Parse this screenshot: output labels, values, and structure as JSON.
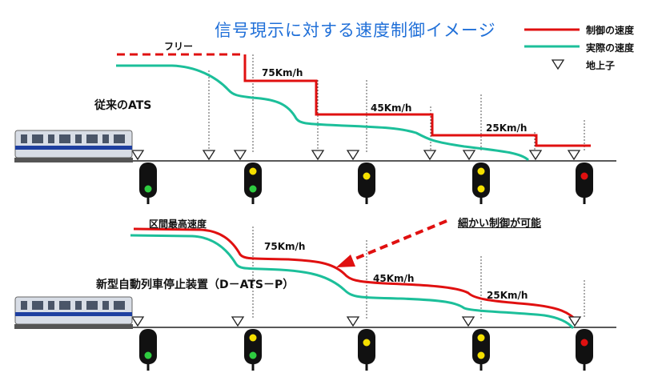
{
  "title": "信号現示に対する速度制御イメージ",
  "legend": {
    "control_speed": "制御の速度",
    "actual_speed": "実際の速度",
    "transponder": "地上子"
  },
  "colors": {
    "title": "#1f6fd8",
    "control_speed": "#e01010",
    "actual_speed": "#1cbf9a",
    "arrow": "#e01010",
    "signal_green": "#2ecc40",
    "signal_yellow": "#f5e000",
    "signal_red": "#e01010",
    "train_stripe": "#1e3fa0"
  },
  "top": {
    "section_label": "従来のATS",
    "free_label": "フリー",
    "speed_labels": [
      "75Km/h",
      "45Km/h",
      "25Km/h"
    ],
    "signals": [
      "green",
      "yellow-green",
      "yellow",
      "yellow-yellow",
      "red"
    ]
  },
  "bottom": {
    "section_label": "新型自動列車停止装置（D－ATS－P）",
    "max_label": "区間最高速度",
    "speed_labels": [
      "75Km/h",
      "45Km/h",
      "25Km/h"
    ],
    "callout": "細かい制御が可能",
    "signals": [
      "green",
      "yellow-green",
      "yellow",
      "yellow-yellow",
      "red"
    ]
  }
}
